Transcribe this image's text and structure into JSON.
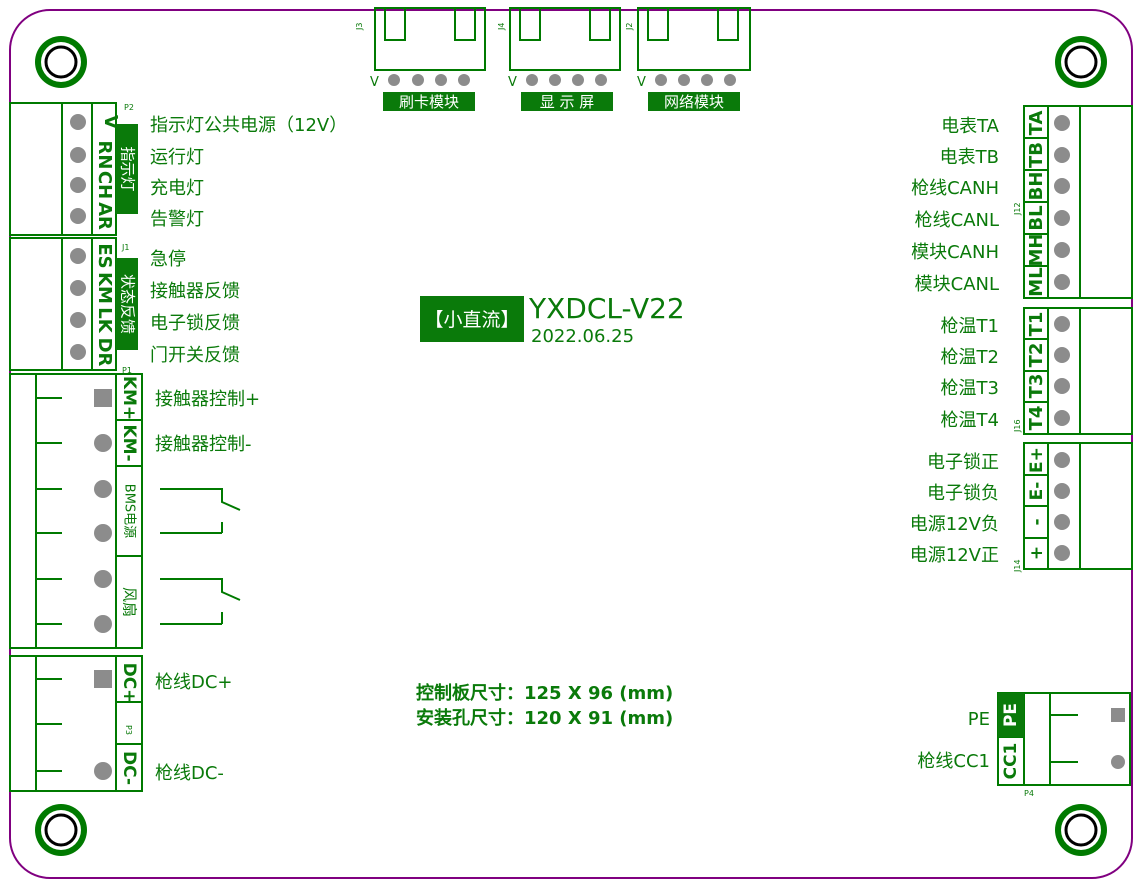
{
  "board": {
    "title": "YXDCL-V22",
    "date": "2022.06.25",
    "badge": "【小直流】",
    "dimension_board": "控制板尺寸：125 X 96 (mm)",
    "dimension_holes": "安装孔尺寸：120 X 91 (mm)"
  },
  "top_connectors": [
    {
      "ref": "J3",
      "label": "刷卡模块",
      "pin_label": "V"
    },
    {
      "ref": "J4",
      "label": "显 示 屏",
      "pin_label": "V"
    },
    {
      "ref": "J2",
      "label": "网络模块",
      "pin_label": "V"
    }
  ],
  "left_p2": {
    "ref": "P2",
    "group_label": "指示灯",
    "pins": [
      "V",
      "RN",
      "CH",
      "AR"
    ],
    "descriptions": [
      "指示灯公共电源（12V）",
      "运行灯",
      "充电灯",
      "告警灯"
    ]
  },
  "left_j1": {
    "ref": "J1",
    "group_label": "状态反馈",
    "pins": [
      "ES",
      "KM",
      "LK",
      "DR"
    ],
    "descriptions": [
      "急停",
      "接触器反馈",
      "电子锁反馈",
      "门开关反馈"
    ]
  },
  "left_p1": {
    "ref": "P1",
    "pins": [
      "KM+",
      "KM-"
    ],
    "descriptions": [
      "接触器控制+",
      "接触器控制-"
    ],
    "bms_label": "BMS电源",
    "fan_label": "风扇"
  },
  "left_p3": {
    "ref": "P3",
    "pins": [
      "DC+",
      "DC-"
    ],
    "descriptions": [
      "枪线DC+",
      "枪线DC-"
    ]
  },
  "right_j12": {
    "ref": "J12",
    "pins": [
      "TA",
      "TB",
      "BH",
      "BL",
      "MH",
      "ML"
    ],
    "descriptions": [
      "电表TA",
      "电表TB",
      "枪线CANH",
      "枪线CANL",
      "模块CANH",
      "模块CANL"
    ]
  },
  "right_j16": {
    "ref": "J16",
    "pins": [
      "T1",
      "T2",
      "T3",
      "T4"
    ],
    "descriptions": [
      "枪温T1",
      "枪温T2",
      "枪温T3",
      "枪温T4"
    ]
  },
  "right_j14": {
    "ref": "J14",
    "pins": [
      "E+",
      "E-",
      "-",
      "+"
    ],
    "descriptions": [
      "电子锁正",
      "电子锁负",
      "电源12V负",
      "电源12V正"
    ]
  },
  "right_p4": {
    "ref": "P4",
    "pins": [
      "PE",
      "CC1"
    ],
    "descriptions": [
      "PE",
      "枪线CC1"
    ]
  },
  "colors": {
    "green": "#0a7a0a",
    "board_outline": "#800080",
    "pin": "#8c8c8c"
  }
}
